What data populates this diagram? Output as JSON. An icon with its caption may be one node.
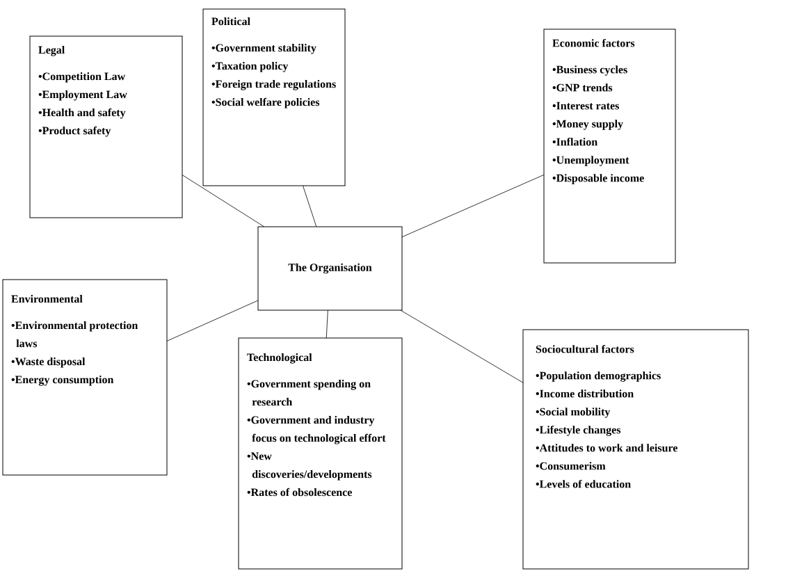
{
  "diagram": {
    "nodes": [
      {
        "text": [
          "Legal",
          "•Competition Law",
          "•Employment Law",
          "•Health and safety",
          "•Product safety"
        ]
      },
      {
        "text": [
          "Political",
          "•Government stability",
          "•Taxation policy",
          "•Foreign trade regulations",
          "•Social welfare policies"
        ]
      },
      {
        "text": [
          "Economic factors",
          "•Business cycles",
          "•GNP trends",
          "•Interest rates",
          "•Money supply",
          "•Inflation",
          "•Unemployment",
          "•Disposable income"
        ]
      },
      {
        "text": [
          "The Organisation"
        ]
      },
      {
        "text": [
          "Environmental",
          "•Environmental protection laws",
          "•Waste disposal",
          "•Energy consumption"
        ]
      },
      {
        "text": [
          "Technological",
          "•Government spending on research",
          "•Government and industry focus on technological effort",
          "•New discoveries/developments",
          "•Rates of obsolescence"
        ]
      },
      {
        "text": [
          "Sociocultural factors",
          "•Population demographics",
          "•Income distribution",
          "•Social mobility",
          "•Lifestyle changes",
          "•Attitudes to work and leisure",
          "•Consumerism",
          "•Levels of education"
        ]
      }
    ],
    "edges": [
      {
        "from": 3,
        "to": 0,
        "arrow": "none"
      },
      {
        "from": 3,
        "to": 1,
        "arrow": "none"
      },
      {
        "from": 3,
        "to": 2,
        "arrow": "none"
      },
      {
        "from": 3,
        "to": 4,
        "arrow": "none"
      },
      {
        "from": 3,
        "to": 5,
        "arrow": "none"
      },
      {
        "from": 3,
        "to": 6,
        "arrow": "none"
      }
    ]
  }
}
